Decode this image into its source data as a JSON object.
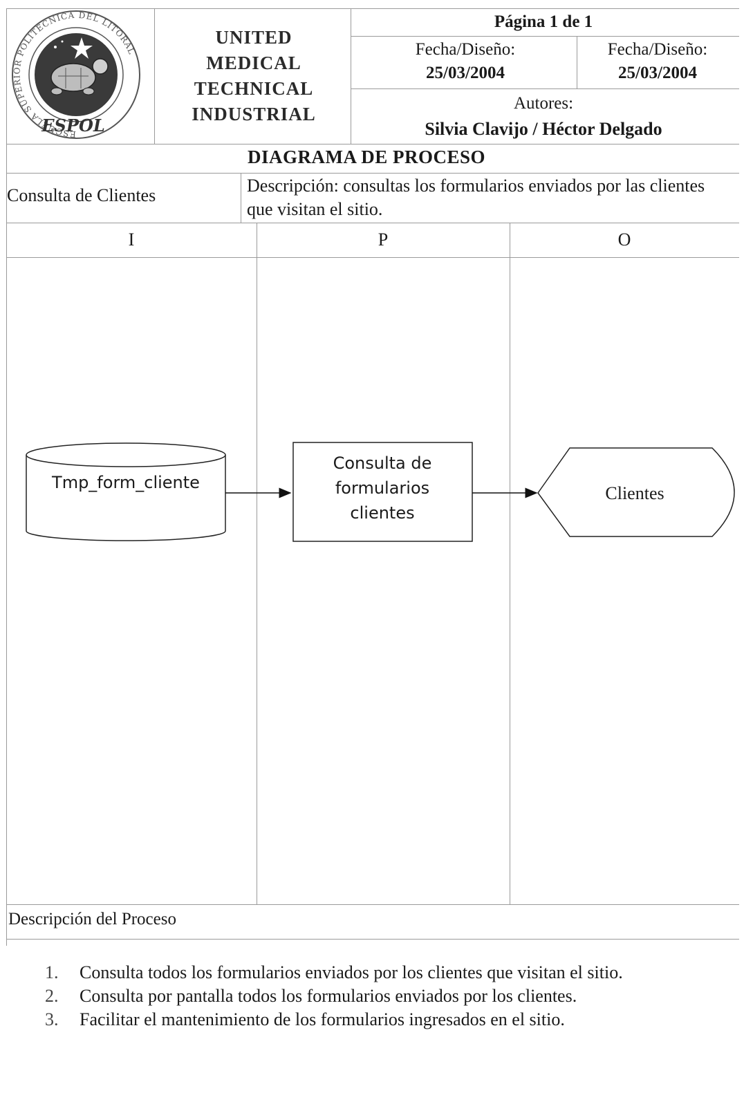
{
  "header": {
    "logo_text": "ESPOL",
    "logo_ring_text": "ESCUELA SUPERIOR POLITECNICA DEL LITORAL",
    "company_lines": [
      "UNITED",
      "MEDICAL",
      "TECHNICAL",
      "INDUSTRIAL"
    ],
    "page_label": "Página 1 de 1",
    "fecha_left_label": "Fecha/Diseño:",
    "fecha_left_value": "25/03/2004",
    "fecha_right_label": "Fecha/Diseño:",
    "fecha_right_value": "25/03/2004",
    "autores_label": "Autores:",
    "autores_value": "Silvia Clavijo / Héctor Delgado"
  },
  "diagram_title": "DIAGRAMA DE PROCESO",
  "process": {
    "name": "Consulta  de Clientes",
    "description": "Descripción: consultas los formularios enviados por las clientes que visitan el sitio."
  },
  "columns": [
    "I",
    "P",
    "O"
  ],
  "shapes": {
    "input_store": "Tmp_form_cliente",
    "process_lines": [
      "Consulta de",
      "formularios",
      "clientes"
    ],
    "output_display": "Clientes"
  },
  "process_description_label": "Descripción del Proceso",
  "steps": [
    {
      "num": "1.",
      "text": "Consulta todos los formularios enviados por los clientes que visitan el sitio."
    },
    {
      "num": "2.",
      "text": "Consulta por pantalla todos los formularios enviados por los clientes."
    },
    {
      "num": "3.",
      "text": "Facilitar el mantenimiento de los formularios ingresados en el sitio."
    }
  ]
}
